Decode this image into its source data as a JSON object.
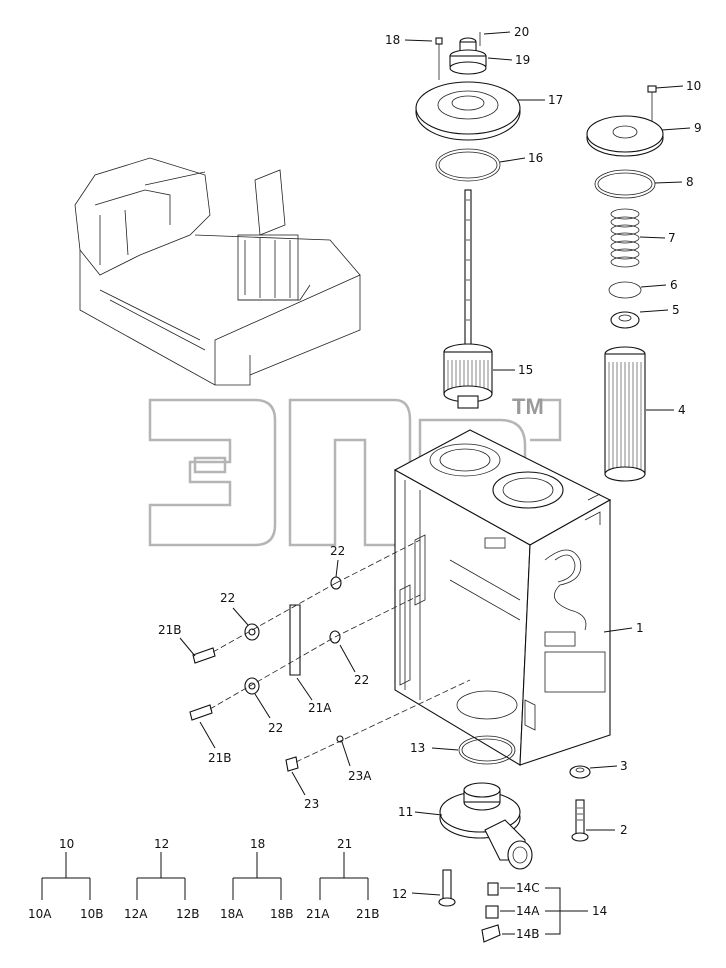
{
  "watermark": {
    "text": "ЭПФ",
    "mark": "TM"
  },
  "callouts": [
    {
      "id": "c18t",
      "text": "18"
    },
    {
      "id": "c20",
      "text": "20"
    },
    {
      "id": "c19",
      "text": "19"
    },
    {
      "id": "c17",
      "text": "17"
    },
    {
      "id": "c16",
      "text": "16"
    },
    {
      "id": "c10t",
      "text": "10"
    },
    {
      "id": "c9",
      "text": "9"
    },
    {
      "id": "c8",
      "text": "8"
    },
    {
      "id": "c7",
      "text": "7"
    },
    {
      "id": "c6",
      "text": "6"
    },
    {
      "id": "c5",
      "text": "5"
    },
    {
      "id": "c15",
      "text": "15"
    },
    {
      "id": "c4",
      "text": "4"
    },
    {
      "id": "c1",
      "text": "1"
    },
    {
      "id": "c22a",
      "text": "22"
    },
    {
      "id": "c22b",
      "text": "22"
    },
    {
      "id": "c21b1",
      "text": "21B"
    },
    {
      "id": "c22c",
      "text": "22"
    },
    {
      "id": "c21a",
      "text": "21A"
    },
    {
      "id": "c22d",
      "text": "22"
    },
    {
      "id": "c21b2",
      "text": "21B"
    },
    {
      "id": "c23a",
      "text": "23A"
    },
    {
      "id": "c23",
      "text": "23"
    },
    {
      "id": "c13",
      "text": "13"
    },
    {
      "id": "c3",
      "text": "3"
    },
    {
      "id": "c11",
      "text": "11"
    },
    {
      "id": "c2",
      "text": "2"
    },
    {
      "id": "c12",
      "text": "12"
    },
    {
      "id": "c14c",
      "text": "14C"
    },
    {
      "id": "c14a",
      "text": "14A"
    },
    {
      "id": "c14",
      "text": "14"
    },
    {
      "id": "c14b",
      "text": "14B"
    }
  ],
  "breakdown_trees": [
    {
      "parent": "10",
      "children": [
        "10A",
        "10B"
      ]
    },
    {
      "parent": "12",
      "children": [
        "12A",
        "12B"
      ]
    },
    {
      "parent": "18",
      "children": [
        "18A",
        "18B"
      ]
    },
    {
      "parent": "21",
      "children": [
        "21A",
        "21B"
      ]
    }
  ]
}
